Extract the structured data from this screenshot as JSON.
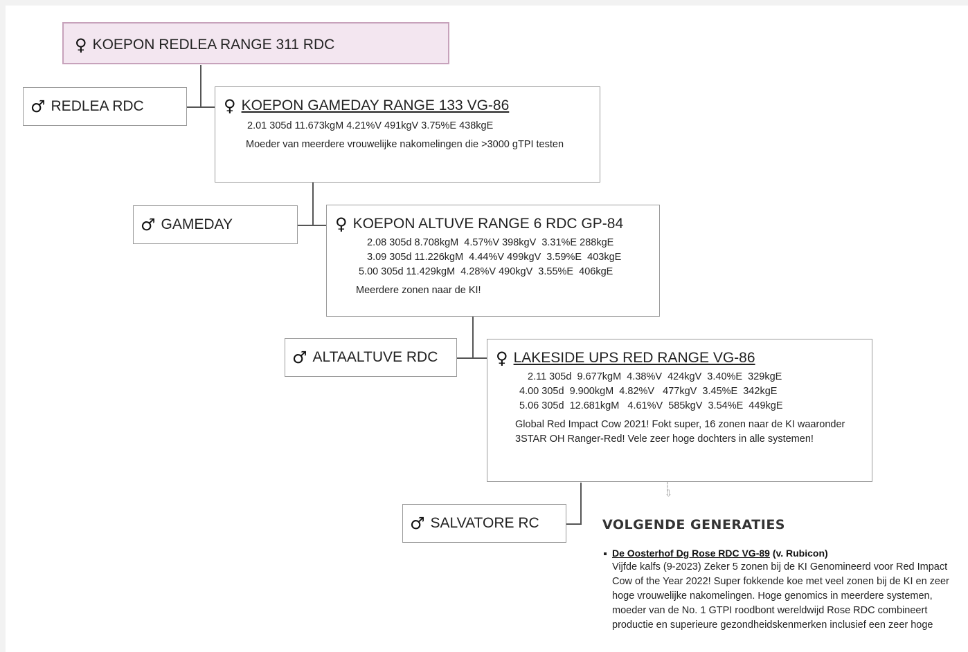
{
  "pedigree": {
    "top_cow": {
      "symbol": "♀",
      "name": "KOEPON REDLEA RANGE 311 RDC"
    },
    "sire1": {
      "symbol": "♂",
      "name": "REDLEA RDC"
    },
    "dam1": {
      "symbol": "♀",
      "name": "KOEPON GAMEDAY RANGE 133 VG-86",
      "stats": [
        "2.01 305d 11.673kgM 4.21%V 491kgV 3.75%E 438kgE"
      ],
      "note": "Moeder van meerdere vrouwelijke nakomelingen die >3000 gTPI testen"
    },
    "sire2": {
      "symbol": "♂",
      "name": "GAMEDAY"
    },
    "dam2": {
      "symbol": "♀",
      "name": "KOEPON ALTUVE RANGE 6 RDC GP-84",
      "stats": [
        "2.08 305d 8.708kgM  4.57%V 398kgV  3.31%E 288kgE",
        "3.09 305d 11.226kgM  4.44%V 499kgV  3.59%E  403kgE",
        "5.00 305d 11.429kgM  4.28%V 490kgV  3.55%E  406kgE"
      ],
      "note": "Meerdere zonen naar de KI!"
    },
    "sire3": {
      "symbol": "♂",
      "name": "ALTAALTUVE RDC"
    },
    "dam3": {
      "symbol": "♀",
      "name": "LAKESIDE UPS RED RANGE VG-86",
      "stats": [
        "2.11 305d  9.677kgM  4.38%V  424kgV  3.40%E  329kgE",
        "4.00 305d  9.900kgM  4.82%V   477kgV  3.45%E  342kgE",
        "5.06 305d  12.681kgM   4.61%V  585kgV  3.54%E  449kgE"
      ],
      "note": "Global Red Impact Cow 2021! Fokt super, 16 zonen naar de KI waaronder 3STAR OH Ranger-Red! Vele zeer hoge dochters in alle systemen!"
    },
    "sire4": {
      "symbol": "♂",
      "name": "SALVATORE RC"
    }
  },
  "next_gen": {
    "heading": "VOLGENDE GENERATIES",
    "items": [
      {
        "link": "De Oosterhof Dg Rose RDC VG-89",
        "suffix": " (v. Rubicon)",
        "desc": "Vijfde kalfs (9-2023) Zeker 5 zonen bij de KI Genomineerd voor Red Impact Cow of the Year 2022! Super fokkende koe met veel zonen bij de KI en zeer hoge vrouwelijke nakomelingen. Hoge genomics in meerdere systemen, moeder van de No. 1 GTPI roodbont wereldwijd Rose RDC combineert productie en superieure gezondheidskenmerken inclusief een zeer hoge"
      }
    ]
  },
  "icons": {
    "down_arrow": "arrow-down-icon"
  },
  "colors": {
    "top_bg": "#f3e6f0",
    "top_border": "#c7a2bb",
    "line": "#555555"
  }
}
